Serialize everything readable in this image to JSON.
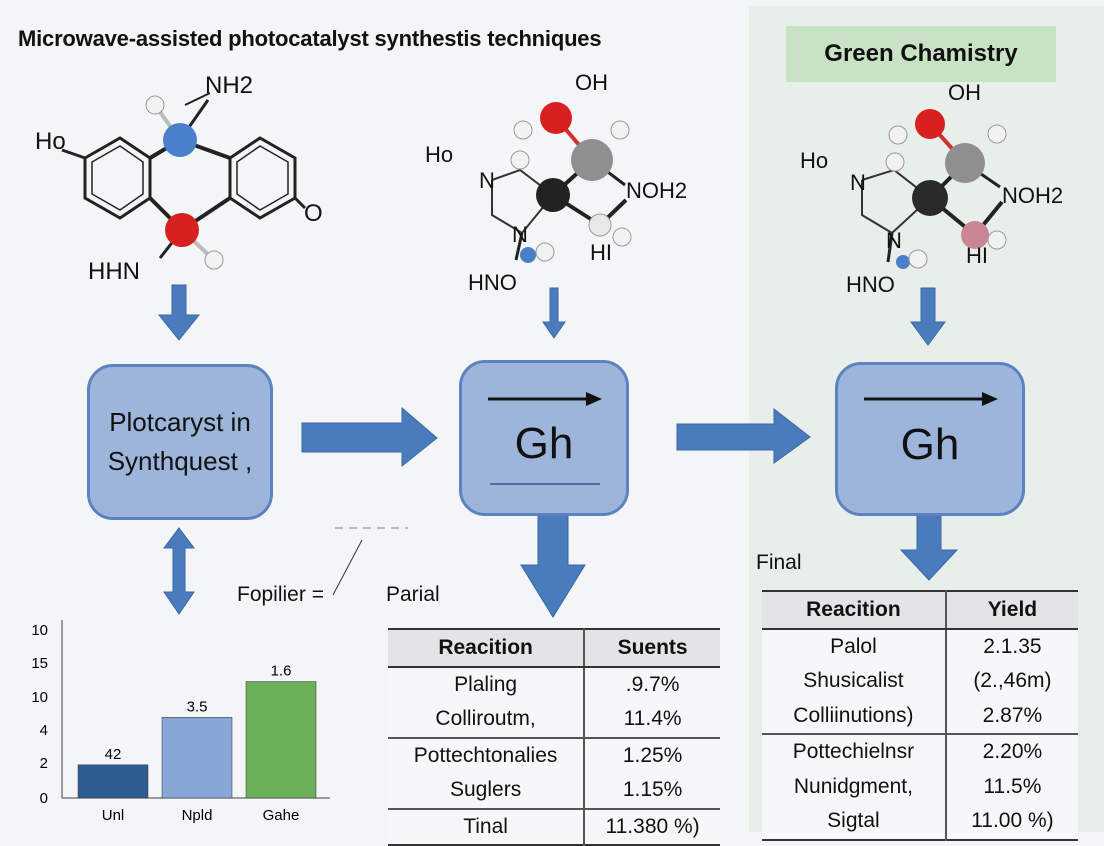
{
  "header": {
    "title": "Microwave-assisted photocatalyst synthestis techniques"
  },
  "green_panel": {
    "title": "Green Chamistry"
  },
  "molecule_left": {
    "labels": {
      "top": "NH2",
      "left": "Ho",
      "right": "O",
      "bottom": "HHN"
    }
  },
  "molecule_mid": {
    "labels": {
      "oh": "OH",
      "ho": "Ho",
      "n1": "N",
      "n2": "N",
      "noh": "NOH2",
      "hi": "HI",
      "hno": "HNO"
    }
  },
  "molecule_right": {
    "labels": {
      "oh": "OH",
      "ho": "Ho",
      "n1": "N",
      "n2": "N",
      "noh": "NOH2",
      "hi": "HI",
      "hno": "HNO"
    }
  },
  "boxes": {
    "left_line1": "Plotcaryst  in",
    "left_line2": "Synthquest ,",
    "middle_label": "Gh",
    "right_label": "Gh"
  },
  "labels": {
    "fopilier": "Fopilier =",
    "parial": "Parial",
    "final": "Final"
  },
  "table_mid": {
    "headers": [
      "Reacition",
      "Suents"
    ],
    "groups": [
      [
        [
          "Plaling",
          ".9.7%"
        ],
        [
          "Colliroutm,",
          "11.4%"
        ]
      ],
      [
        [
          "Pottechtonalies",
          "1.25%"
        ],
        [
          "Suglers",
          "1.15%"
        ]
      ],
      [
        [
          "Tinal",
          "11.380 %)"
        ]
      ]
    ]
  },
  "table_right": {
    "headers": [
      "Reacition",
      "Yield"
    ],
    "groups": [
      [
        [
          "Palol",
          "2.1.35"
        ],
        [
          "Shusicalist",
          "(2.,46m)"
        ],
        [
          "Colliinutions)",
          "2.87%"
        ]
      ],
      [
        [
          "Pottechielnsr",
          "2.20%"
        ],
        [
          "Nunidgment,",
          "11.5%"
        ],
        [
          "Sigtal",
          "11.00 %)"
        ]
      ]
    ]
  },
  "chart_data": {
    "type": "bar",
    "categories": [
      "Unl",
      "Npld",
      "Gahe"
    ],
    "values": [
      3.9,
      9.5,
      13.7
    ],
    "data_labels": [
      "42",
      "3.5",
      "1.6"
    ],
    "colors": [
      "#2f5c93",
      "#88a6d6",
      "#6db05a"
    ],
    "yticks": [
      "0",
      "2",
      "4",
      "10",
      "15",
      "10"
    ],
    "ylim": [
      0,
      20
    ],
    "grid": false
  },
  "colors": {
    "arrow": "#4a7cbd",
    "box_fill": "#9db5db",
    "box_border": "#5c82c2",
    "green": "#c8e3c3"
  }
}
